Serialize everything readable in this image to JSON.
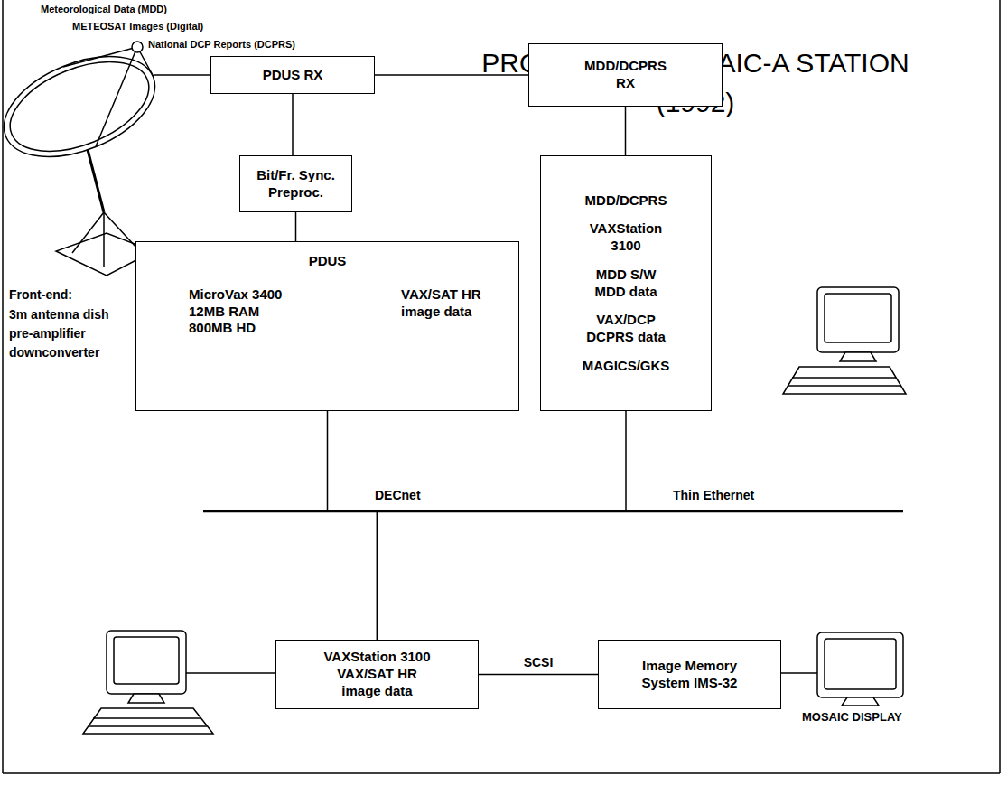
{
  "diagram": {
    "title": "PROTOTYPE MOSAIC-A STATION",
    "nodes": [
      {
        "text": [
          "PDUS RX"
        ]
      },
      {
        "text": [
          "MDD/DCPRS RX"
        ]
      },
      {
        "text": [
          "Bit/Fr. Sync. Preproc."
        ]
      },
      {
        "text": [
          "PDUS",
          "MicroVax 3400 12MB RAM 800MB HD",
          "VAX/SAT HR image data"
        ]
      },
      {
        "text": [
          "MDD/DCPRS",
          "VAXStation 3100",
          "MDD S/W MDD data",
          "VAX/DCP DCPRS data",
          "MAGICS/GKS"
        ]
      },
      {
        "text": [
          "VAXStation 3100 VAX/SAT HR image data"
        ]
      },
      {
        "text": [
          "Image Memory System IMS-32"
        ]
      }
    ],
    "edges": [
      {
        "from": 0,
        "to": 1,
        "arrow": "none"
      },
      {
        "from": 0,
        "to": 2,
        "arrow": "none"
      },
      {
        "from": 2,
        "to": 3,
        "arrow": "none"
      },
      {
        "from": 1,
        "to": 4,
        "arrow": "none"
      },
      {
        "from": 3,
        "to": 5,
        "arrow": "none"
      },
      {
        "from": 4,
        "to": 5,
        "arrow": "none"
      },
      {
        "from": 5,
        "to": 6,
        "label": "SCSI",
        "arrow": "none"
      }
    ],
    "labels": [
      "Meteorological Data (MDD)",
      "METEOSAT Images (Digital)",
      "National DCP Reports (DCPRS)",
      "(1992)",
      "Front-end:",
      "3m antenna dish",
      "pre-amplifier",
      "downconverter",
      "DECnet",
      "Thin Ethernet",
      "MOSAIC DISPLAY"
    ]
  }
}
